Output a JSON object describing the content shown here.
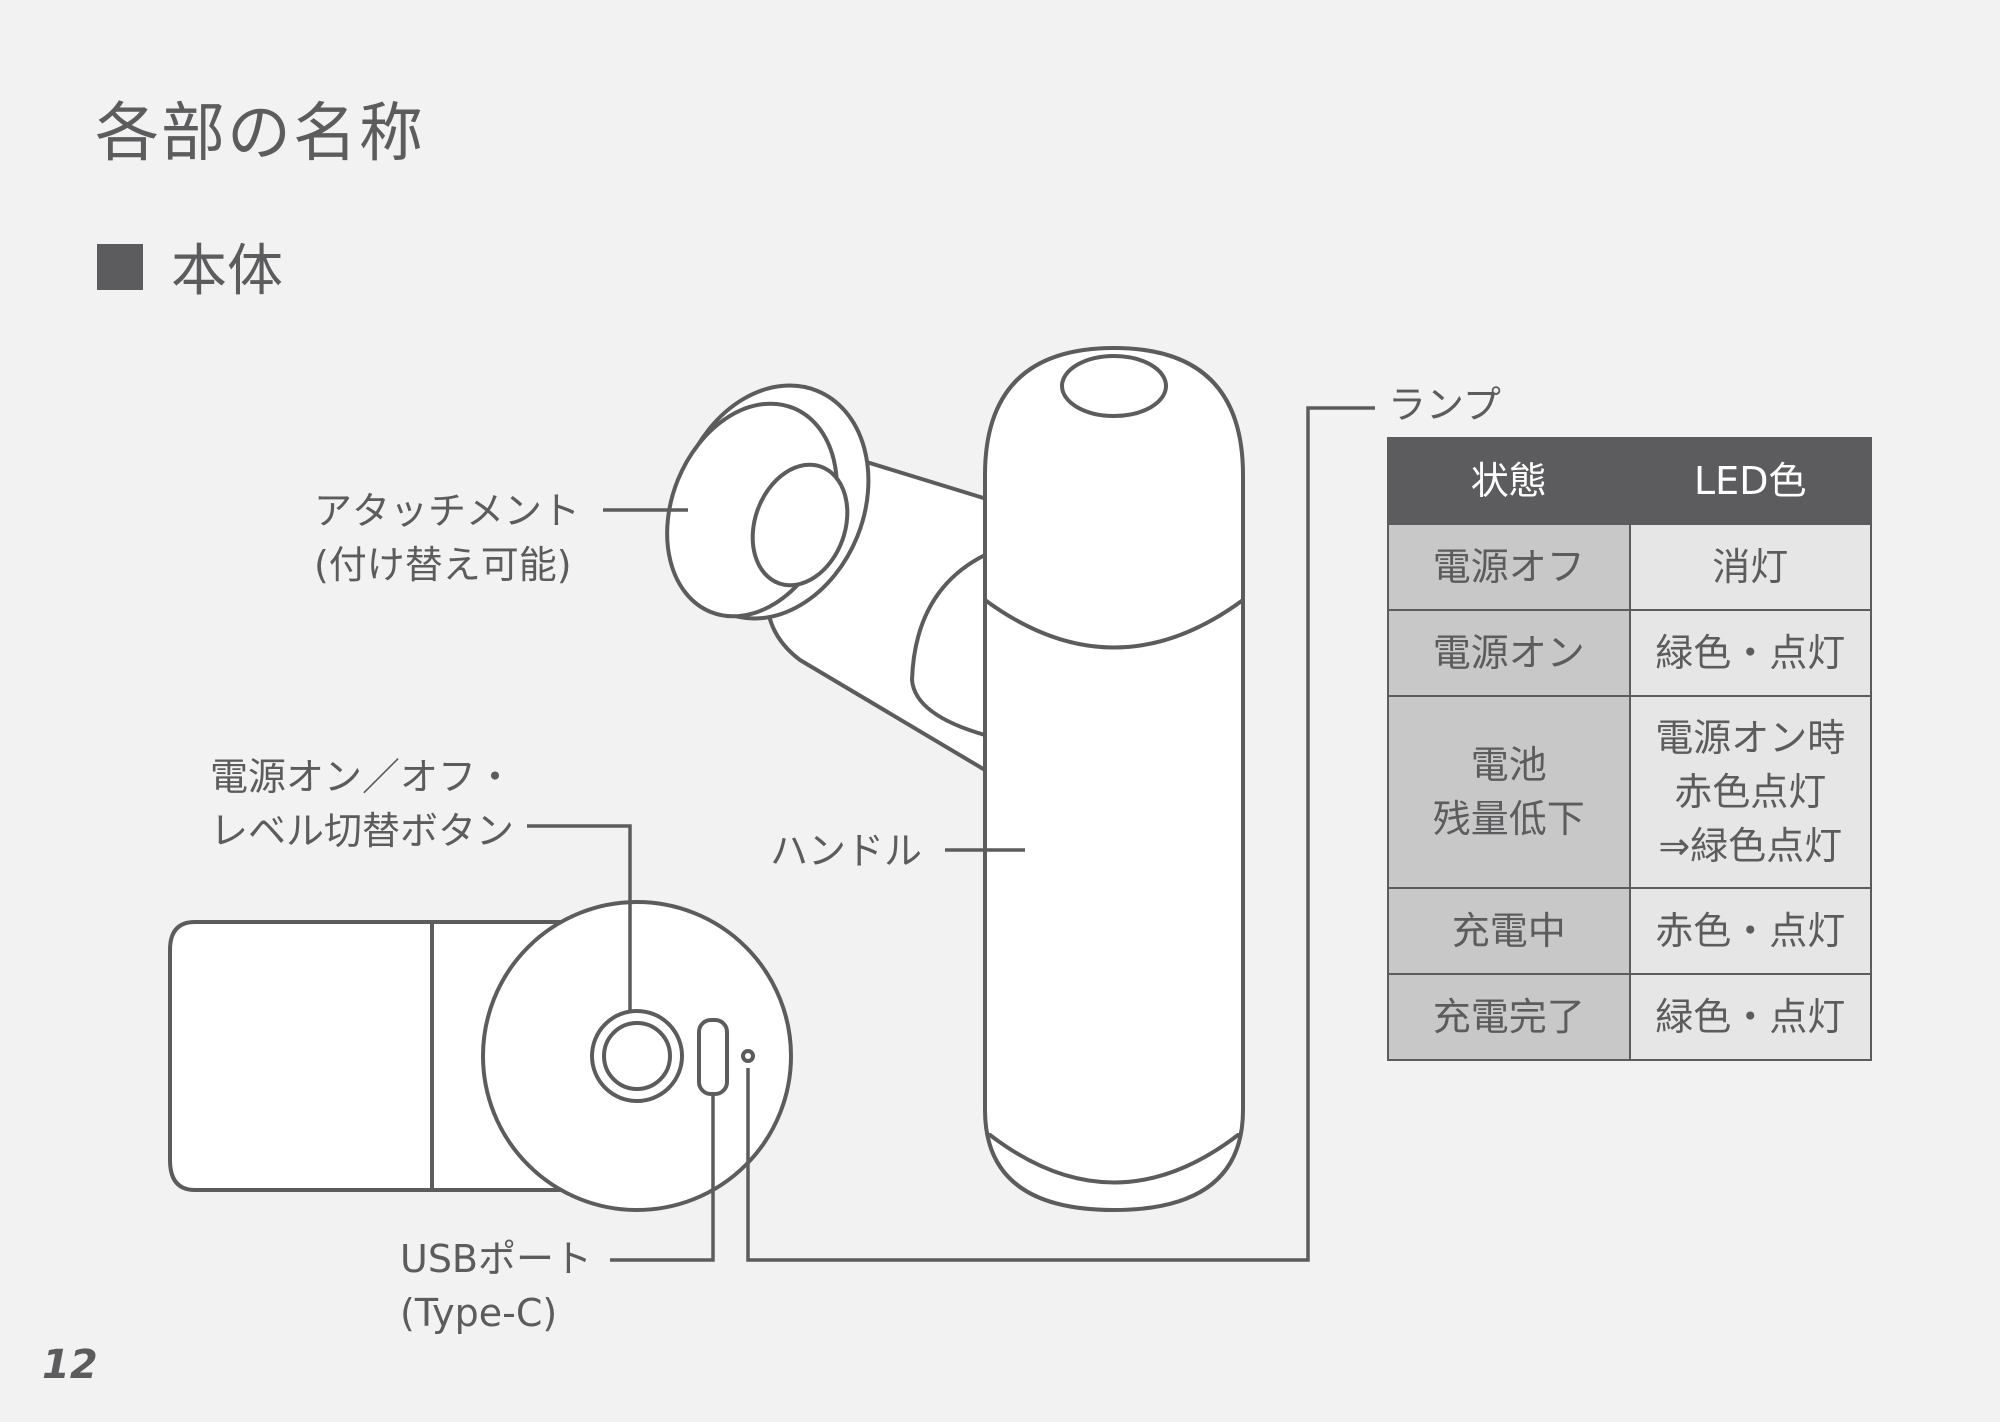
{
  "page": {
    "title": "各部の名称",
    "section_title": "本体",
    "page_number": "12"
  },
  "labels": {
    "attachment_line1": "アタッチメント",
    "attachment_line2": "(付け替え可能)",
    "power_button_line1": "電源オン／オフ・",
    "power_button_line2": "レベル切替ボタン",
    "handle": "ハンドル",
    "usb_line1": "USBポート",
    "usb_line2": "(Type-C)",
    "lamp": "ランプ"
  },
  "lamp_table": {
    "headers": [
      "状態",
      "LED色"
    ],
    "rows": [
      {
        "state": [
          "電源オフ"
        ],
        "color": [
          "消灯"
        ]
      },
      {
        "state": [
          "電源オン"
        ],
        "color": [
          "緑色・点灯"
        ]
      },
      {
        "state": [
          "電池",
          "残量低下"
        ],
        "color": [
          "電源オン時",
          "赤色点灯",
          "⇒緑色点灯"
        ]
      },
      {
        "state": [
          "充電中"
        ],
        "color": [
          "赤色・点灯"
        ]
      },
      {
        "state": [
          "充電完了"
        ],
        "color": [
          "緑色・点灯"
        ]
      }
    ]
  },
  "colors": {
    "ink": "#5c5c5e",
    "background": "#f2f2f2",
    "header_fill": "#5c5c5e",
    "state_fill": "#c8c8c8",
    "color_fill": "#e6e6e6"
  }
}
